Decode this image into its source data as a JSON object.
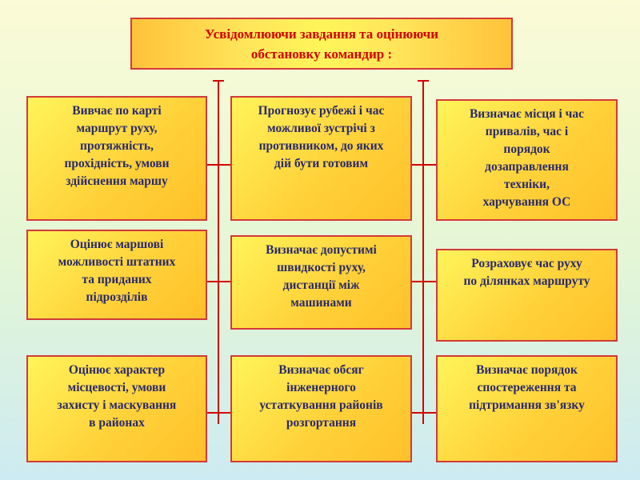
{
  "title": "Усвідомлюючи завдання та оцінюючи\nобстановку  командир :",
  "boxes": {
    "col1_row1": "Вивчає по карті\nмаршрут руху,\nпротяжність,\nпрохідність, умови\nздійснення маршу",
    "col1_row2": "Оцінює маршові\nможливості штатних\nта приданих\nпідрозділів",
    "col1_row3": "Оцінює характер\nмісцевості, умови\nзахисту і маскування\nв районах",
    "col2_row1": "Прогнозує рубежі і час\nможливої зустрічі з\nпротивником, до яких\nдій бути готовим",
    "col2_row2": "Визначає допустимі\nшвидкості руху,\nдистанції між\nмашинами",
    "col2_row3": "Визначає обсяг\nінженерного\nустаткування районів\nрозгортання",
    "col3_row1": "Визначає місця і час\nпривалів, час і\nпорядок\nдозаправлення\nтехніки,\nхарчування ОС",
    "col3_row2": "Розраховує час руху\nпо ділянках маршруту",
    "col3_row3": "Визначає порядок\nспостереження та\nпідтримання зв'язку"
  },
  "colors": {
    "line": "#d40000",
    "border": "#d23a3a",
    "box_text": "#2a2a6a",
    "title_text": "#d40000"
  }
}
